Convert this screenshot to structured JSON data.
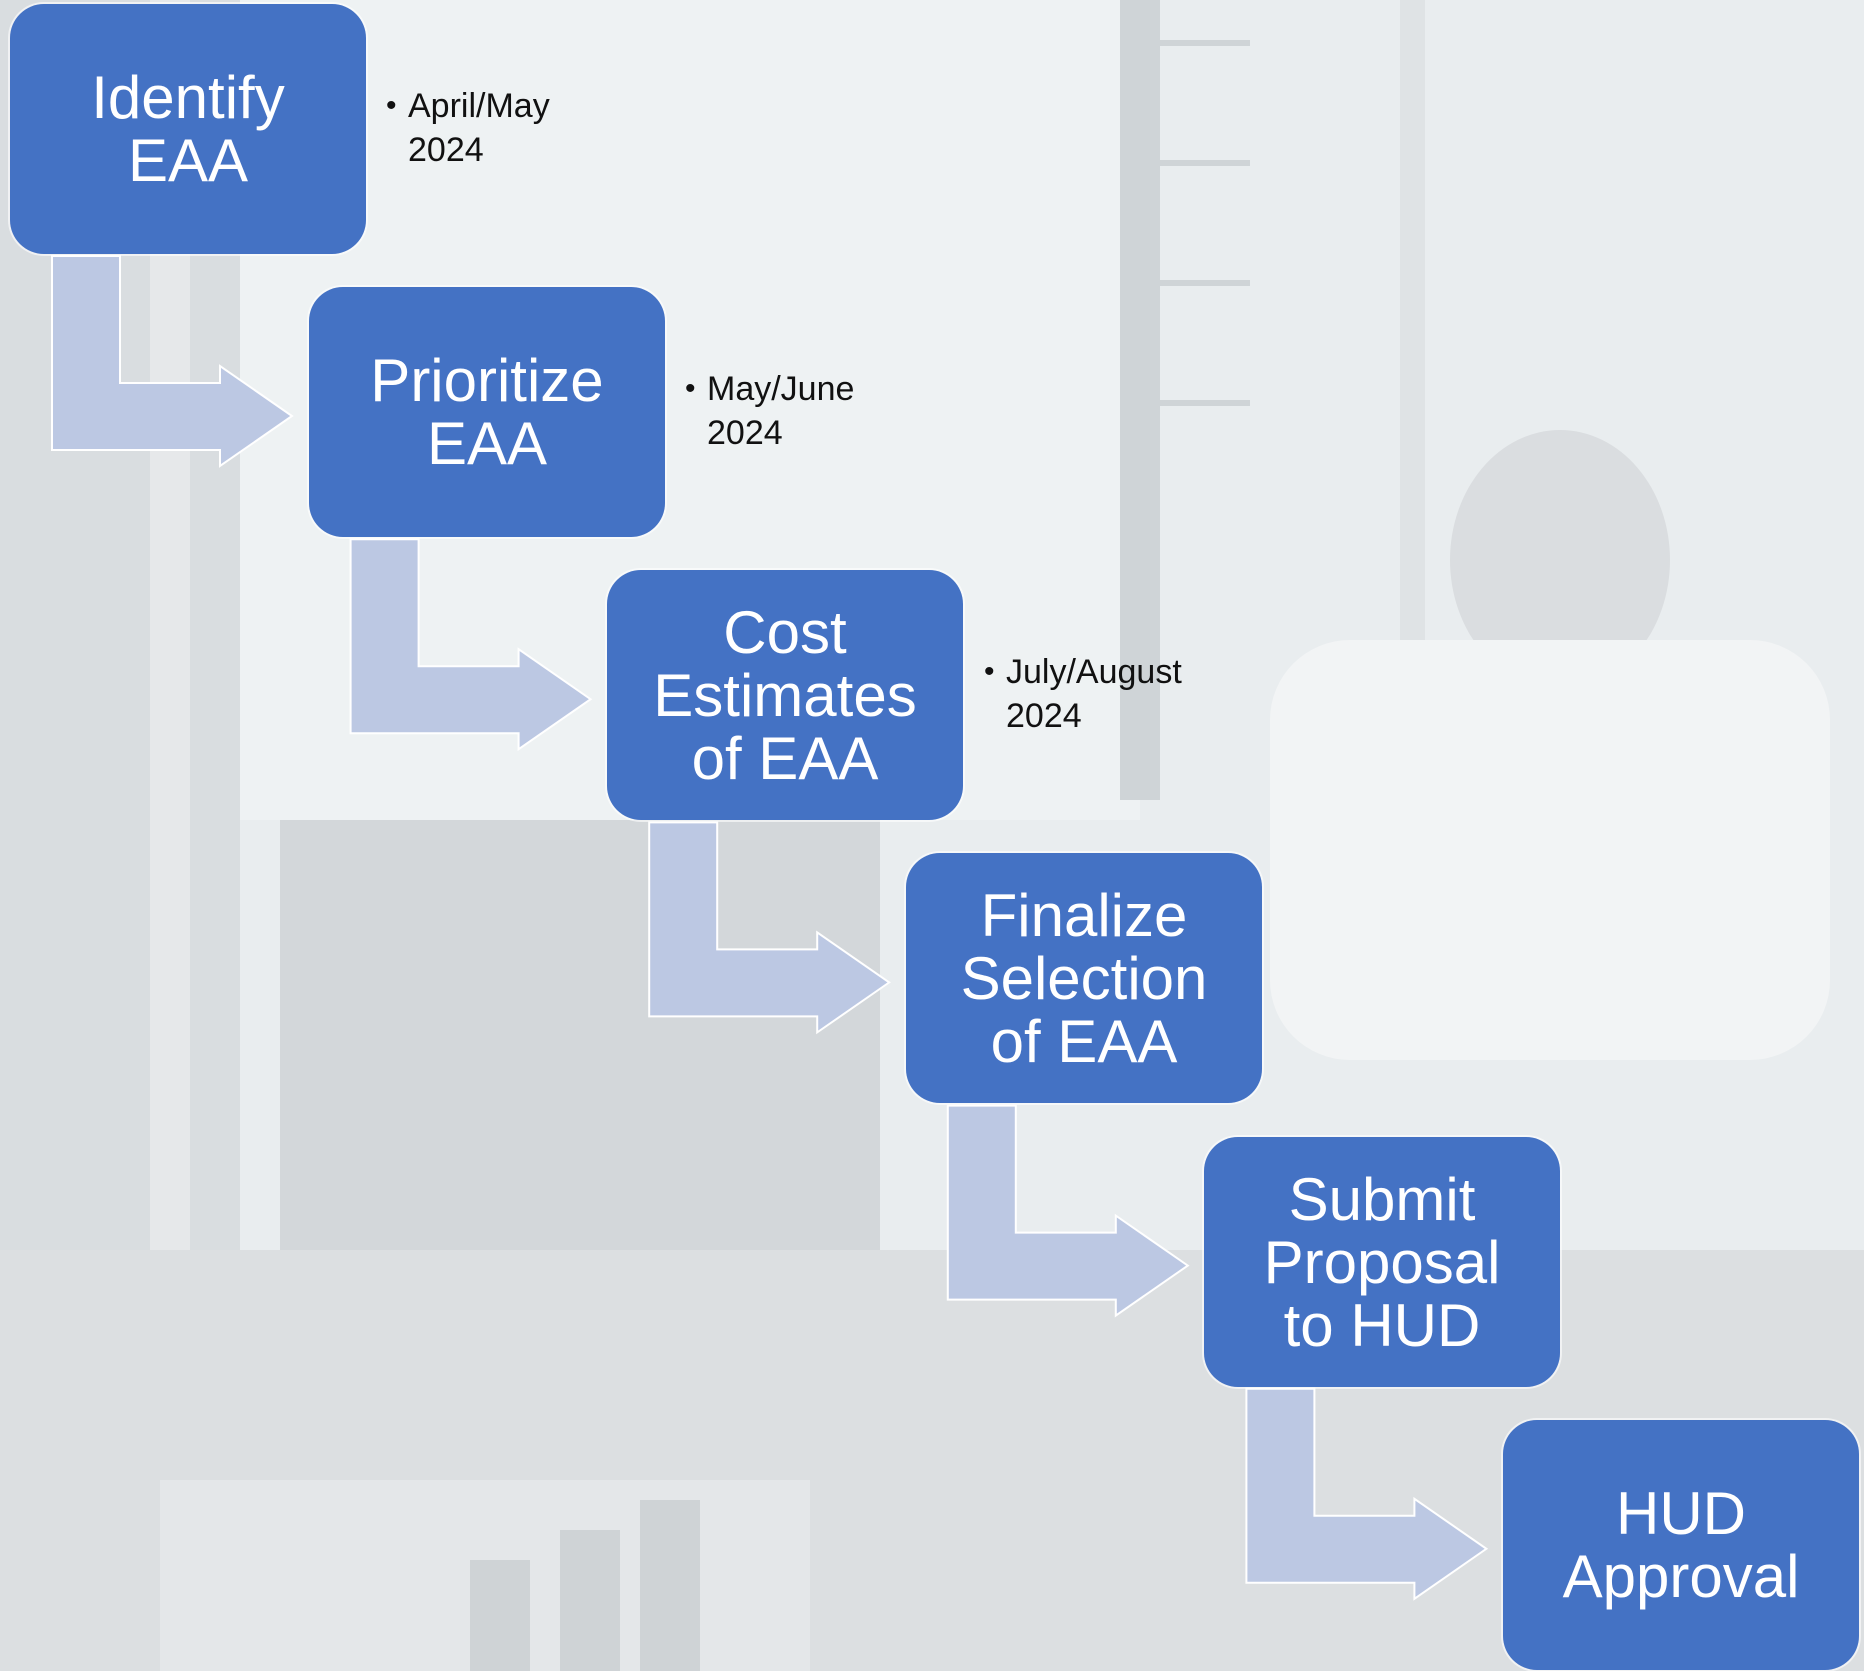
{
  "colors": {
    "step_fill": "#4472c4",
    "connector_fill": "#bcc8e3",
    "text_on_step": "#ffffff",
    "note_text": "#111111"
  },
  "steps": [
    {
      "label": "Identify\nEAA"
    },
    {
      "label": "Prioritize\nEAA"
    },
    {
      "label": "Cost\nEstimates\nof EAA"
    },
    {
      "label": "Finalize\nSelection\nof EAA"
    },
    {
      "label": "Submit\nProposal\nto HUD"
    },
    {
      "label": "HUD\nApproval"
    }
  ],
  "notes": [
    {
      "line1": "April/May",
      "line2": "2024"
    },
    {
      "line1": "May/June",
      "line2": "2024"
    },
    {
      "line1": "July/August",
      "line2": "2024"
    }
  ]
}
